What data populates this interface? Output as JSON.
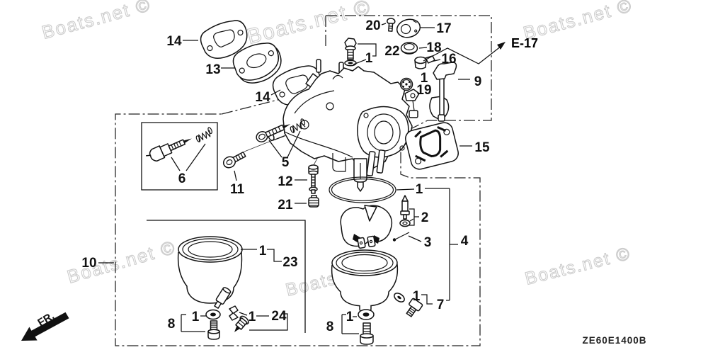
{
  "watermark": "Boats.net ©",
  "labels": {
    "page_code": "ZE60E1400B",
    "direction": "FR.",
    "reference": "E-17"
  },
  "callouts": [
    {
      "label": "14"
    },
    {
      "label": "13"
    },
    {
      "label": "14"
    },
    {
      "label": "20"
    },
    {
      "label": "17"
    },
    {
      "label": "1"
    },
    {
      "label": "22"
    },
    {
      "label": "18"
    },
    {
      "label": "16"
    },
    {
      "label": "1"
    },
    {
      "label": "19"
    },
    {
      "label": "9"
    },
    {
      "label": "E-17"
    },
    {
      "label": "15"
    },
    {
      "label": "6"
    },
    {
      "label": "5"
    },
    {
      "label": "11"
    },
    {
      "label": "12"
    },
    {
      "label": "21"
    },
    {
      "label": "1"
    },
    {
      "label": "2"
    },
    {
      "label": "3"
    },
    {
      "label": "4"
    },
    {
      "label": "1"
    },
    {
      "label": "23"
    },
    {
      "label": "10"
    },
    {
      "label": "1"
    },
    {
      "label": "7"
    },
    {
      "label": "8"
    },
    {
      "label": "1"
    },
    {
      "label": "1"
    },
    {
      "label": "24"
    },
    {
      "label": "8"
    },
    {
      "label": "1"
    }
  ]
}
